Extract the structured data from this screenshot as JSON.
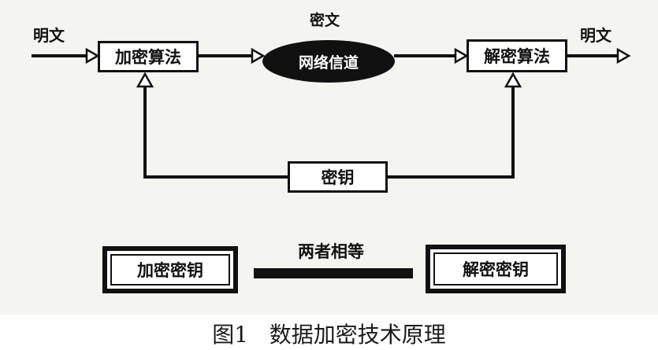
{
  "diagram": {
    "plaintext_in": "明文",
    "ciphertext": "密文",
    "plaintext_out": "明文",
    "encrypt_box": "加密算法",
    "channel": "网络信道",
    "decrypt_box": "解密算法",
    "key_box": "密钥",
    "enc_key_box": "加密密钥",
    "equal_label": "两者相等",
    "dec_key_box": "解密密钥"
  },
  "caption": "图1   数据加密技术原理"
}
